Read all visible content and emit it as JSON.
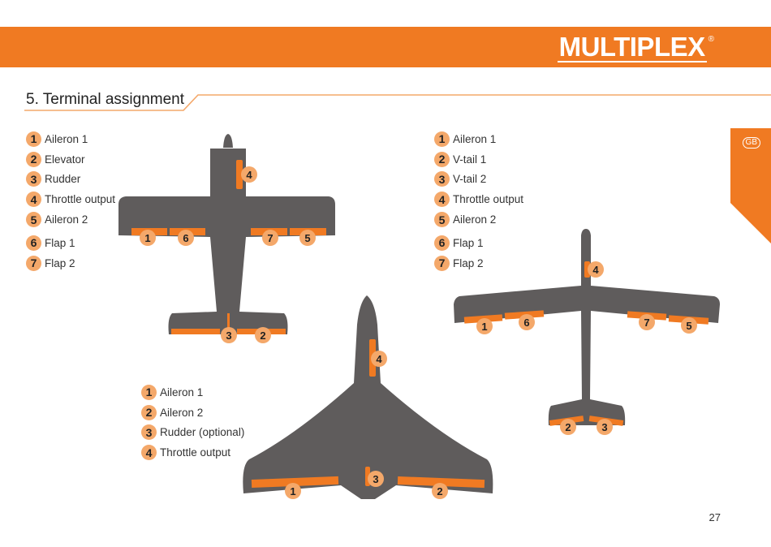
{
  "header": {
    "brand": "MULTIPLEX",
    "registered": "®"
  },
  "section_title": "5. Terminal assignment",
  "language_tab": "GB",
  "page_number": "27",
  "legend_plane1": [
    {
      "num": "1",
      "label": "Aileron 1"
    },
    {
      "num": "2",
      "label": "Elevator"
    },
    {
      "num": "3",
      "label": "Rudder"
    },
    {
      "num": "4",
      "label": "Throttle output"
    },
    {
      "num": "5",
      "label": "Aileron 2"
    },
    {
      "num": "6",
      "label": "Flap 1"
    },
    {
      "num": "7",
      "label": "Flap 2"
    }
  ],
  "legend_plane2": [
    {
      "num": "1",
      "label": "Aileron 1"
    },
    {
      "num": "2",
      "label": "V-tail 1"
    },
    {
      "num": "3",
      "label": "V-tail 2"
    },
    {
      "num": "4",
      "label": "Throttle output"
    },
    {
      "num": "5",
      "label": "Aileron 2"
    },
    {
      "num": "6",
      "label": "Flap 1"
    },
    {
      "num": "7",
      "label": "Flap 2"
    }
  ],
  "legend_plane3": [
    {
      "num": "1",
      "label": "Aileron 1"
    },
    {
      "num": "2",
      "label": "Aileron 2"
    },
    {
      "num": "3",
      "label": "Rudder (optional)"
    },
    {
      "num": "4",
      "label": "Throttle output"
    }
  ],
  "badges": [
    "1",
    "2",
    "3",
    "4",
    "5",
    "6",
    "7"
  ],
  "colors": {
    "brand_orange": "#f07a22",
    "badge": "#f4a86a",
    "plane_body": "#5f5c5c",
    "control_surface": "#f07a22"
  }
}
